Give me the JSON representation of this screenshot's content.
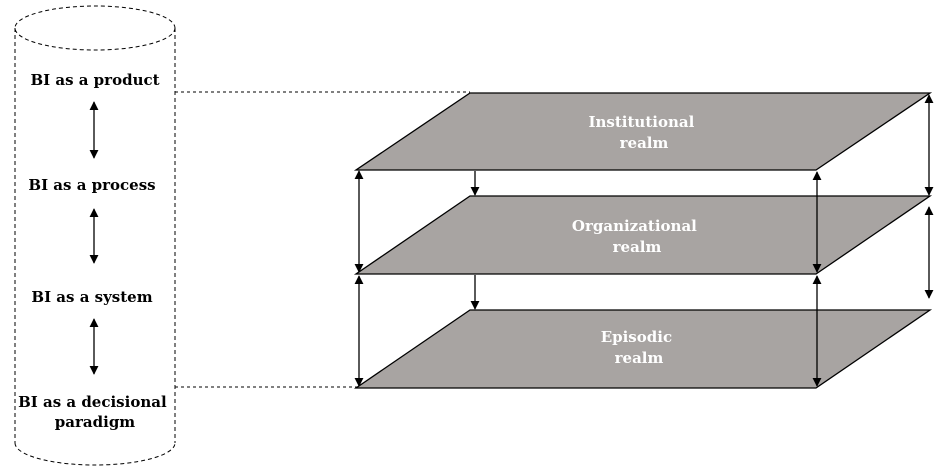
{
  "cylinder": {
    "items": [
      {
        "lines": [
          "BI as a product"
        ]
      },
      {
        "lines": [
          "BI as a process"
        ]
      },
      {
        "lines": [
          "BI as a system"
        ]
      },
      {
        "lines": [
          "BI as a decisional",
          "paradigm"
        ]
      }
    ]
  },
  "realms": [
    {
      "lines": [
        "Institutional",
        "realm"
      ]
    },
    {
      "lines": [
        "Organizational",
        "realm"
      ]
    },
    {
      "lines": [
        "Episodic",
        "realm"
      ]
    }
  ],
  "colors": {
    "plane_fill": "#a8a4a2",
    "plane_stroke": "#000000",
    "realm_text": "#ffffff",
    "outline": "#000000"
  }
}
